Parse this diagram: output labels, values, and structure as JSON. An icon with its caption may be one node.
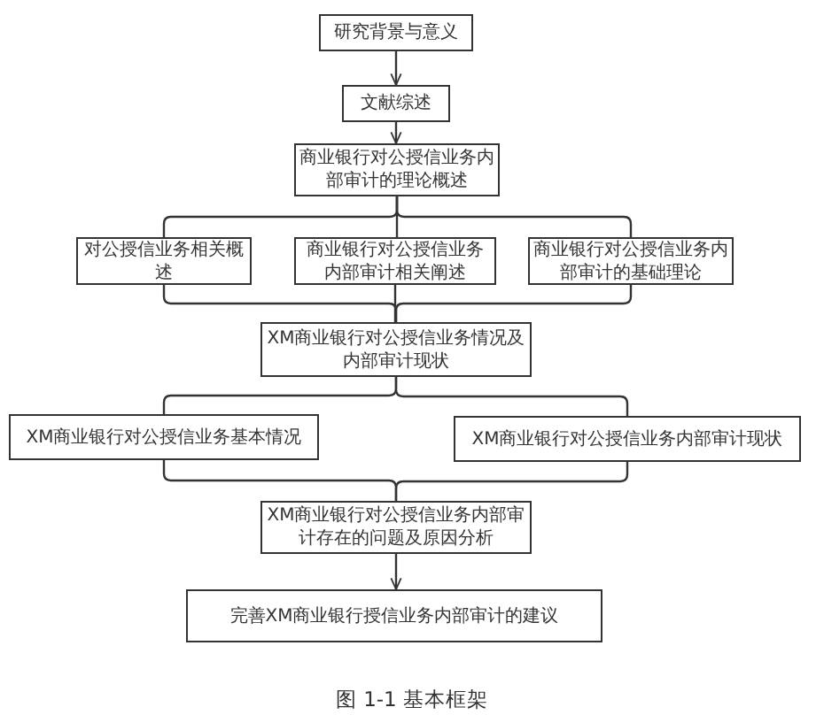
{
  "diagram": {
    "caption": "图 1-1 基本框架",
    "nodes": [
      {
        "text": [
          "研究背景与意义"
        ]
      },
      {
        "text": [
          "文献综述"
        ]
      },
      {
        "text": [
          "商业银行对公授信业务内部审计的理论概述"
        ]
      },
      {
        "text": [
          "对公授信业务相关概述"
        ]
      },
      {
        "text": [
          "商业银行对公授信业务内部审计相关阐述"
        ]
      },
      {
        "text": [
          "商业银行对公授信业务内部审计的基础理论"
        ]
      },
      {
        "text": [
          "XM商业银行对公授信业务情况及内部审计现状"
        ]
      },
      {
        "text": [
          "XM商业银行对公授信业务基本情况"
        ]
      },
      {
        "text": [
          "XM商业银行对公授信业务内部审计现状"
        ]
      },
      {
        "text": [
          "XM商业银行对公授信业务内部审计存在的问题及原因分析"
        ]
      },
      {
        "text": [
          "完善XM商业银行授信业务内部审计的建议"
        ]
      }
    ],
    "edges": [
      {
        "from": 0,
        "to": 1,
        "arrow": "to"
      },
      {
        "from": 1,
        "to": 2,
        "arrow": "to"
      },
      {
        "from": 2,
        "to": 3,
        "arrow": "none"
      },
      {
        "from": 2,
        "to": 4,
        "arrow": "none"
      },
      {
        "from": 2,
        "to": 5,
        "arrow": "none"
      },
      {
        "from": 3,
        "to": 6,
        "arrow": "none"
      },
      {
        "from": 4,
        "to": 6,
        "arrow": "none"
      },
      {
        "from": 5,
        "to": 6,
        "arrow": "none"
      },
      {
        "from": 6,
        "to": 7,
        "arrow": "none"
      },
      {
        "from": 6,
        "to": 8,
        "arrow": "none"
      },
      {
        "from": 7,
        "to": 9,
        "arrow": "none"
      },
      {
        "from": 8,
        "to": 9,
        "arrow": "none"
      },
      {
        "from": 9,
        "to": 10,
        "arrow": "to"
      }
    ]
  }
}
